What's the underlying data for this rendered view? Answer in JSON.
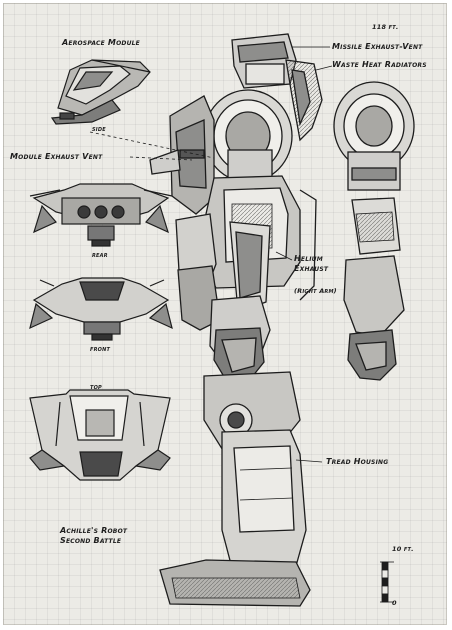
{
  "labels": {
    "aerospace_module": "Aerospace Module",
    "side": "side",
    "rear": "rear",
    "front": "front",
    "top": "top",
    "module_exhaust_vent": "Module Exhaust Vent",
    "missile_exhaust_vent": "Missile Exhaust-Vent",
    "waste_heat_radiators": "Waste Heat Radiators",
    "helium_exhaust": "Helium\nExhaust",
    "right_arm": "(Right Arm)",
    "tread_housing": "Tread Housing",
    "caption": "Achille's Robot\nSecond Battle",
    "height": "118 ft.",
    "scale": "10 ft.",
    "scale_zero": "0"
  },
  "colors": {
    "paper": "#ecebe6",
    "ink": "#1d1d1d",
    "shade": "#8e8e8c",
    "light": "#d8d7d3"
  }
}
